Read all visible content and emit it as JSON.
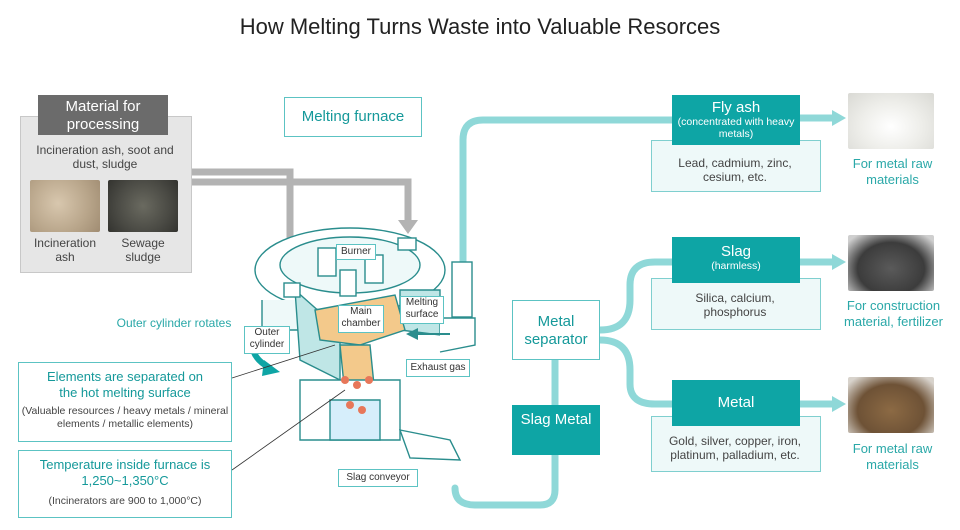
{
  "title": "How Melting Turns Waste into Valuable Resorces",
  "material": {
    "heading": "Material for processing",
    "sources": "Incineration ash, soot and dust, sludge",
    "photo1_label": "Incineration ash",
    "photo2_label": "Sewage sludge"
  },
  "furnace": {
    "label": "Melting furnace",
    "burner": "Burner",
    "melting_surface": "Melting surface",
    "main_chamber": "Main chamber",
    "outer_cylinder": "Outer cylinder",
    "outer_rotates": "Outer cylinder rotates",
    "exhaust_gas": "Exhaust gas",
    "slag_conveyor": "Slag conveyor"
  },
  "notes": {
    "separated_title": "Elements are separated on the hot melting surface",
    "separated_detail": "(Valuable resources / heavy metals / mineral elements / metallic elements)",
    "temp_title": "Temperature inside furnace is 1,250~1,350°C",
    "temp_detail": "(Incinerators are 900 to 1,000°C)"
  },
  "separator": {
    "label": "Metal separator",
    "slag_metal": "Slag Metal"
  },
  "outputs": {
    "fly_ash": {
      "title": "Fly ash",
      "subtitle": "(concentrated with heavy metals)",
      "contents": "Lead, cadmium, zinc, cesium, etc.",
      "use": "For metal raw materials"
    },
    "slag": {
      "title": "Slag",
      "subtitle": "(harmless)",
      "contents": "Silica, calcium, phosphorus",
      "use": "For construction material, fertilizer"
    },
    "metal": {
      "title": "Metal",
      "contents": "Gold, silver, copper, iron, platinum, palladium, etc.",
      "use": "For metal raw materials"
    }
  },
  "colors": {
    "teal": "#0ea5a5",
    "light_teal": "#8fd8d8",
    "grey_arrow": "#b0b0b0",
    "chamber": "#f3c98b"
  }
}
